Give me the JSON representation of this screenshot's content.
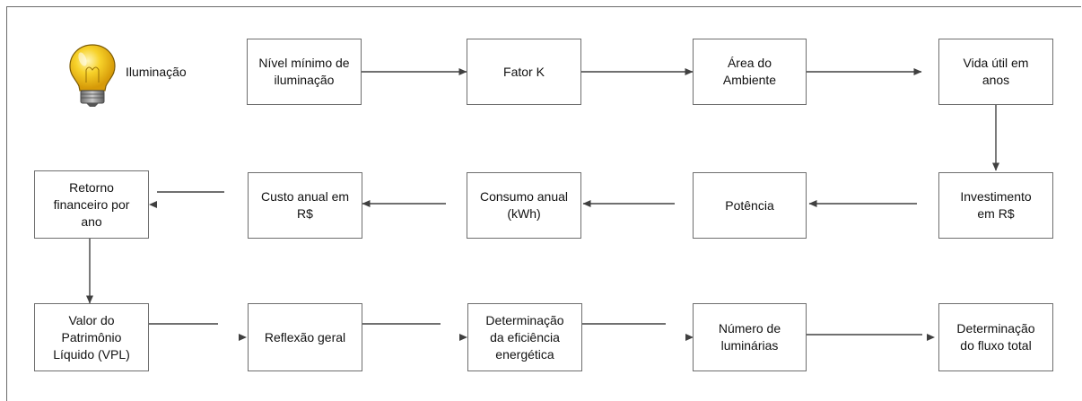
{
  "header": {
    "label": "Iluminação",
    "icon": "light-bulb-icon"
  },
  "nodes": {
    "nivel_minimo": "Nível mínimo de\niluminação",
    "fator_k": "Fator K",
    "area_ambiente": "Área do\nAmbiente",
    "vida_util": "Vida útil em\nanos",
    "investimento": "Investimento\nem R$",
    "potencia": "Potência",
    "consumo_anual": "Consumo anual\n(kWh)",
    "custo_anual": "Custo anual em\nR$",
    "retorno_financeiro": "Retorno\nfinanceiro por\nano",
    "vpl": "Valor do\nPatrimônio\nLíquido (VPL)",
    "reflexao_geral": "Reflexão geral",
    "eficiencia": "Determinação\nda eficiência\nenergética",
    "num_luminarias": "Número de\nluminárias",
    "fluxo_total": "Determinação\ndo fluxo total"
  },
  "colors": {
    "border": "#6e6e6e",
    "connector": "#404040",
    "bulb_glass": "#f7d22a",
    "bulb_base": "#8a8a8a"
  }
}
